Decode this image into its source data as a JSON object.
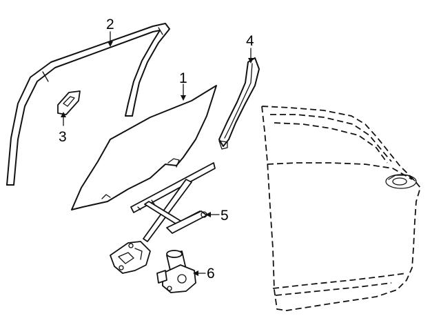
{
  "callouts": [
    {
      "id": "1",
      "text": "1"
    },
    {
      "id": "2",
      "text": "2"
    },
    {
      "id": "3",
      "text": "3"
    },
    {
      "id": "4",
      "text": "4"
    },
    {
      "id": "5",
      "text": "5"
    },
    {
      "id": "6",
      "text": "6"
    }
  ],
  "colors": {
    "line": "#111111",
    "background": "#ffffff"
  }
}
